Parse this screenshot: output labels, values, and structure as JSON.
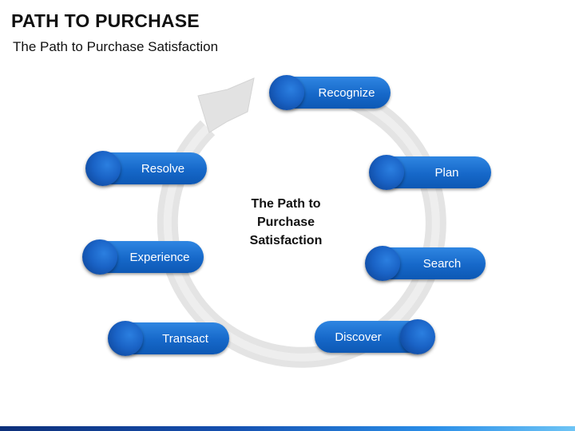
{
  "title": "PATH TO PURCHASE",
  "subtitle": "The Path to Purchase Satisfaction",
  "center": {
    "line1": "The Path to",
    "line2": "Purchase",
    "line3": "Satisfaction"
  },
  "stages": {
    "recognize": "Recognize",
    "plan": "Plan",
    "search": "Search",
    "discover": "Discover",
    "transact": "Transact",
    "experience": "Experience",
    "resolve": "Resolve"
  },
  "colors": {
    "accent": "#1668c9",
    "ring": "#e6e6e6"
  }
}
